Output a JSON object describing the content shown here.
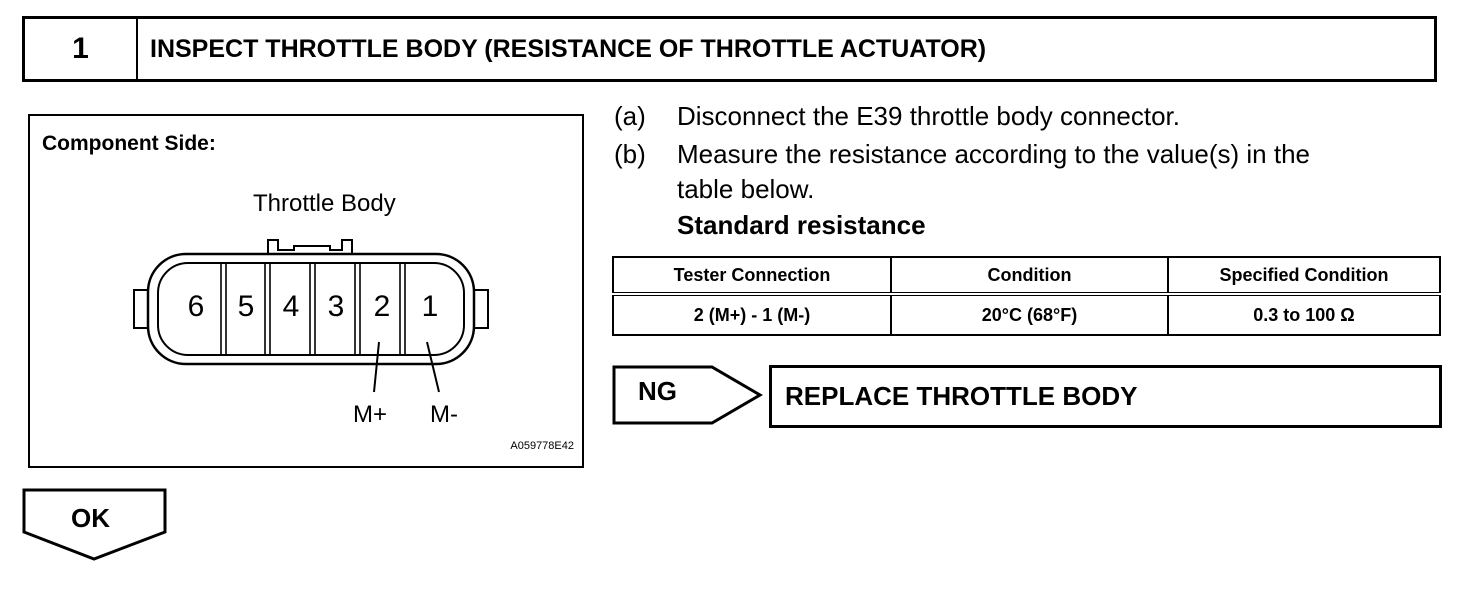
{
  "header": {
    "step_number": "1",
    "title": "INSPECT THROTTLE BODY (RESISTANCE OF THROTTLE ACTUATOR)"
  },
  "figure": {
    "caption": "Component Side:",
    "part_label": "Throttle Body",
    "pins": [
      "6",
      "5",
      "4",
      "3",
      "2",
      "1"
    ],
    "terminal_plus": "M+",
    "terminal_minus": "M-",
    "code": "A059778E42"
  },
  "steps": [
    {
      "label": "(a)",
      "lines": [
        "Disconnect the E39 throttle body connector."
      ]
    },
    {
      "label": "(b)",
      "lines": [
        "Measure the resistance according to the value(s) in the",
        "table below."
      ]
    }
  ],
  "standard_heading": "Standard resistance",
  "table": {
    "headers": [
      "Tester Connection",
      "Condition",
      "Specified Condition"
    ],
    "rows": [
      [
        "2 (M+) - 1 (M-)",
        "20°C (68°F)",
        "0.3 to 100 Ω"
      ]
    ]
  },
  "ng": {
    "label": "NG",
    "action": "REPLACE THROTTLE BODY"
  },
  "ok": {
    "label": "OK"
  }
}
